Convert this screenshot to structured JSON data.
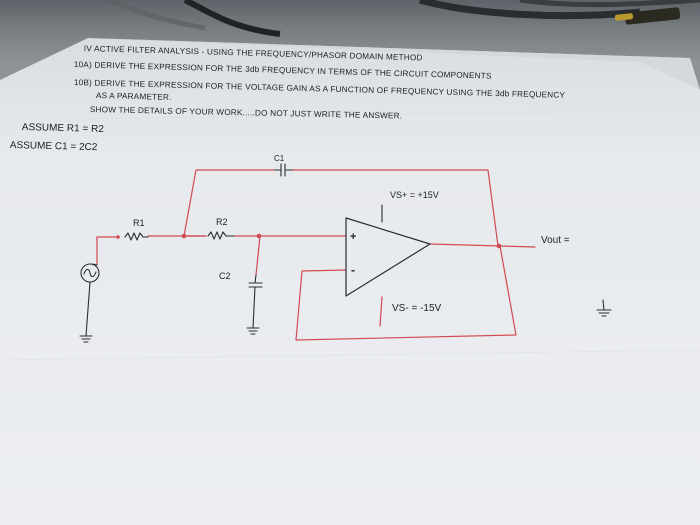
{
  "worksheet": {
    "header_line_0": "IV ACTIVE FILTER ANALYSIS - USING THE FREQUENCY/PHASOR DOMAIN METHOD",
    "header_line_1": "10A) DERIVE THE EXPRESSION FOR THE 3db FREQUENCY IN TERMS OF THE CIRCUIT COMPONENTS",
    "header_line_2a": "10B) DERIVE THE EXPRESSION FOR THE VOLTAGE GAIN AS A FUNCTION OF FREQUENCY USING THE 3db FREQUENCY",
    "header_line_2b": "AS A PARAMETER.",
    "header_line_3": "SHOW THE DETAILS OF YOUR WORK.....DO NOT JUST WRITE THE ANSWER.",
    "assume_1": "ASSUME R1 = R2",
    "assume_2": "ASSUME C1 = 2C2"
  },
  "circuit": {
    "c1_label": "C1",
    "r1_label": "R1",
    "r2_label": "R2",
    "c2_label": "C2",
    "vs_plus_label": "VS+ = +15V",
    "vs_minus_label": "VS- = -15V",
    "vout_label": "Vout =",
    "opamp_plus": "+",
    "opamp_minus": "-"
  },
  "colors": {
    "wire_red": "#d24a52",
    "ink": "#1c1f24",
    "paper": "#eef0f2"
  }
}
